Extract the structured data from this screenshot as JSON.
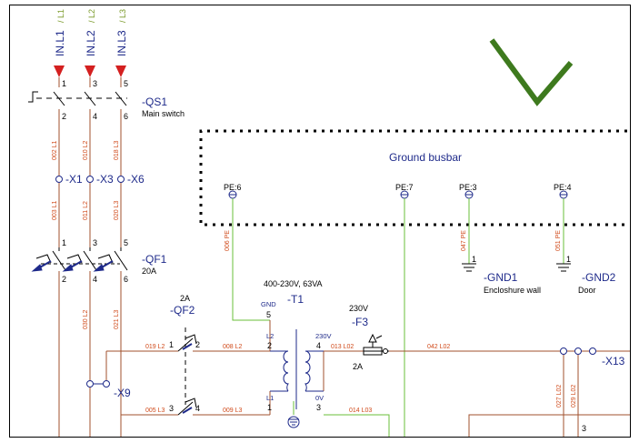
{
  "inputs": [
    {
      "label": "IN.L1",
      "phase": "L1",
      "color": "#1e2a8a"
    },
    {
      "label": "IN.L2",
      "phase": "L2",
      "color": "#1e2a8a"
    },
    {
      "label": "IN.L3",
      "phase": "L3",
      "color": "#1e2a8a"
    }
  ],
  "phase_suffix": [
    "/ L1",
    "/ L2",
    "/ L3"
  ],
  "qs1": {
    "ref": "-QS1",
    "desc": "Main switch",
    "pins_top": [
      "1",
      "3",
      "5"
    ],
    "pins_bottom": [
      "2",
      "4",
      "6"
    ]
  },
  "wires_a": [
    "002 L1",
    "010 L2",
    "018 L3"
  ],
  "terminals_x": [
    "-X1",
    "-X3",
    "-X6"
  ],
  "wires_b": [
    "003 L1",
    "011 L2",
    "020 L3"
  ],
  "qf1": {
    "ref": "-QF1",
    "rating": "20A",
    "pins_top": [
      "1",
      "3",
      "5"
    ],
    "pins_bottom": [
      "2",
      "4",
      "6"
    ]
  },
  "wires_c": [
    "030 L2",
    "021 L3"
  ],
  "x9": {
    "ref": "-X9"
  },
  "busbar": {
    "title": "Ground busbar",
    "points": [
      "PE:6",
      "PE:7",
      "PE:3",
      "PE:4"
    ]
  },
  "pe_wires": [
    "006 PE",
    "047 PE",
    "051 PE"
  ],
  "gnd1": {
    "ref": "-GND1",
    "desc": "Encloshure wall",
    "pin": "1"
  },
  "gnd2": {
    "ref": "-GND2",
    "desc": "Door",
    "pin": "1"
  },
  "t1": {
    "ref": "-T1",
    "spec": "400-230V, 63VA",
    "gnd": "GND",
    "pin_gnd": "5",
    "l2": "L2",
    "p2": "2",
    "l1": "L1",
    "p1": "1",
    "v230": "230V",
    "p4": "4",
    "v0": "0V",
    "p3": "3"
  },
  "qf2": {
    "ref": "-QF2",
    "rating": "2A",
    "p1": "1",
    "p2": "2",
    "p3": "3",
    "p4": "4"
  },
  "f3": {
    "ref": "-F3",
    "voltage": "230V",
    "rating": "2A"
  },
  "x13": {
    "ref": "-X13",
    "pin": "3"
  },
  "circuit_wires": [
    "019 L2",
    "008 L2",
    "013 L02",
    "042 L02",
    "005 L3",
    "009 L3",
    "014 L03",
    "027 L02",
    "029 L02"
  ],
  "colors": {
    "wire": "#a0522d",
    "pe": "#6abf3a",
    "text": "#1e2a8a",
    "arrow": "#d42020",
    "check": "#3e7a1e"
  }
}
